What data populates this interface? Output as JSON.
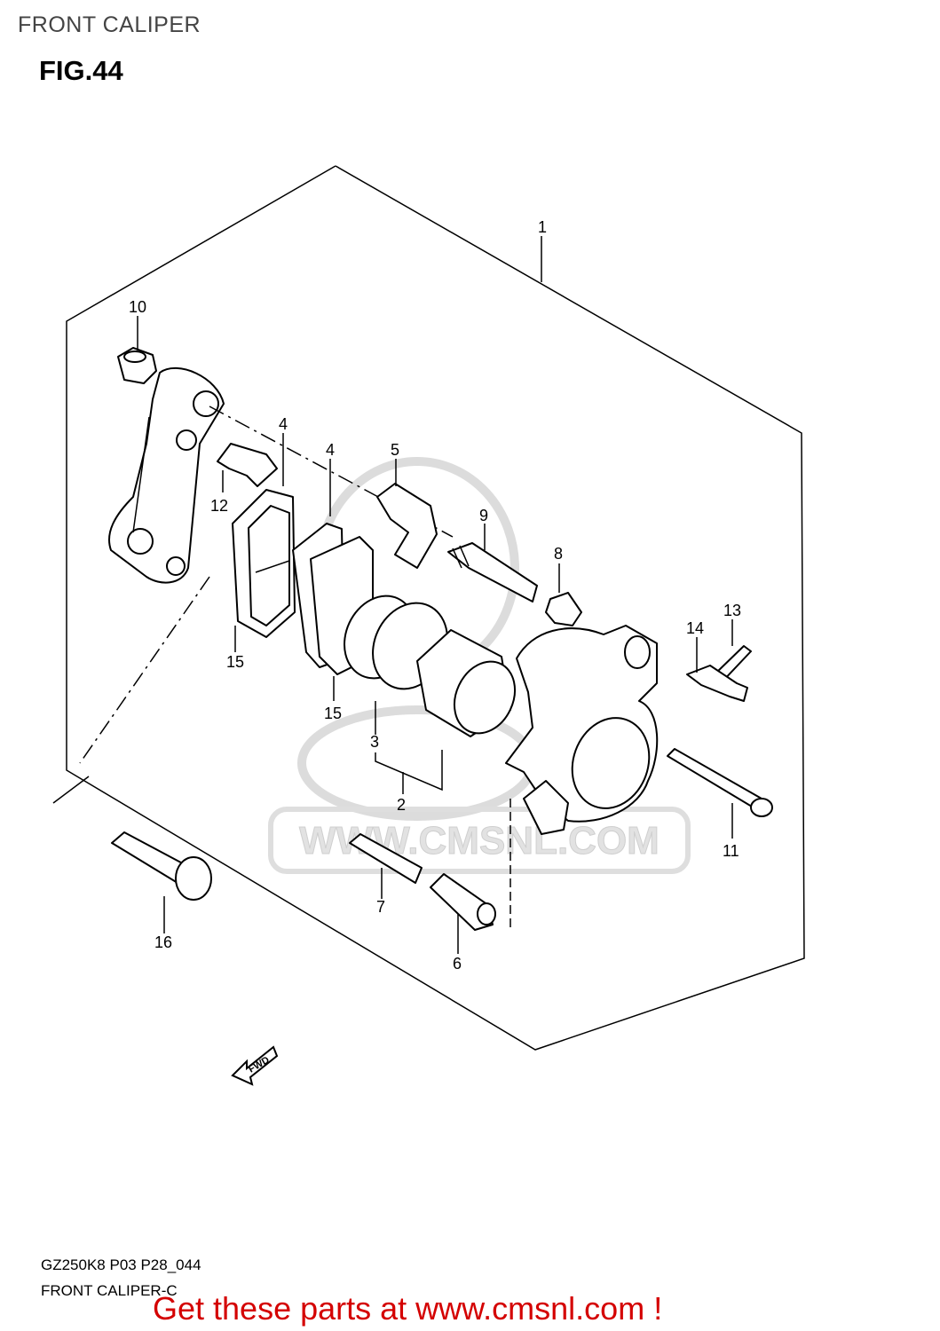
{
  "page": {
    "title": "FRONT CALIPER",
    "figure": "FIG.44"
  },
  "watermark": {
    "text": "WWW.CMSNL.COM"
  },
  "callouts": {
    "c1": "1",
    "c2": "2",
    "c3": "3",
    "c4a": "4",
    "c4b": "4",
    "c5": "5",
    "c6": "6",
    "c7": "7",
    "c8": "8",
    "c9": "9",
    "c10": "10",
    "c11": "11",
    "c12": "12",
    "c13": "13",
    "c14": "14",
    "c15a": "15",
    "c15b": "15",
    "c16": "16"
  },
  "direction_marker": "FWD",
  "footer": {
    "code_line": "GZ250K8 P03 P28_044",
    "name_line": "FRONT CALIPER-C",
    "cta": "Get these parts at www.cmsnl.com !"
  },
  "colors": {
    "cta": "#d40000",
    "watermark": "#dcdcdc",
    "line": "#000000"
  }
}
